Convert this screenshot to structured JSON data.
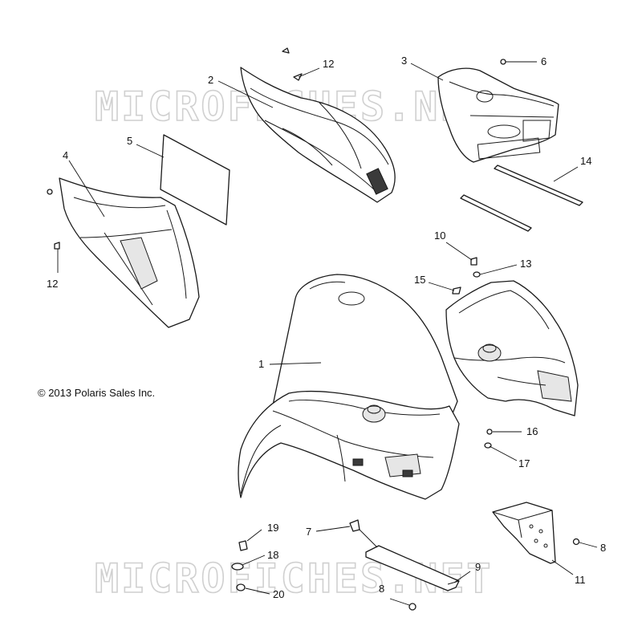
{
  "copyright": "© 2013 Polaris Sales Inc.",
  "watermark": "MICROFICHES.NET",
  "callouts": [
    "1",
    "2",
    "3",
    "4",
    "5",
    "6",
    "7",
    "8",
    "8",
    "9",
    "10",
    "11",
    "12",
    "12",
    "13",
    "14",
    "15",
    "16",
    "17",
    "18",
    "19",
    "20"
  ]
}
